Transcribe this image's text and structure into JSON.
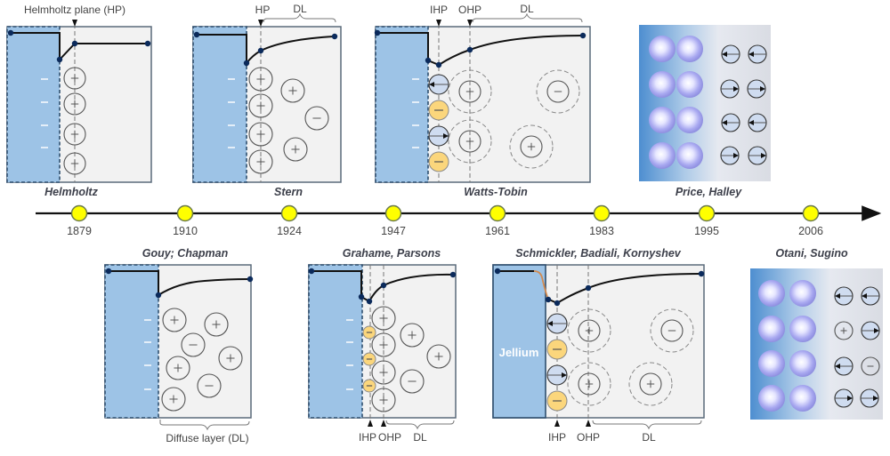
{
  "title": "Historical evolution of electric double layer models",
  "colors": {
    "electrode": "#9dc3e6",
    "electrode_border": "#2f4f6f",
    "electrolyte": "#f2f2f2",
    "panel_border": "#5a6a7a",
    "potential_line": "#111111",
    "potential_dot": "#0b2a5b",
    "timeline_dot": "#ffff00",
    "timeline_dot_border": "#6b7a4a",
    "adsorbed_anion": "#fbd67c",
    "water_dipole": "#cfdcf0",
    "jellium_transition": "#d28a4f"
  },
  "timeline": {
    "years": [
      "1879",
      "1910",
      "1924",
      "1947",
      "1961",
      "1983",
      "1995",
      "2006"
    ]
  },
  "models": [
    {
      "id": "helmholtz",
      "name": "Helmholtz",
      "year": "1879",
      "position": "top",
      "planes": [
        {
          "label": "Helmholtz plane (HP)"
        }
      ]
    },
    {
      "id": "gouy-chapman",
      "name": "Gouy; Chapman",
      "year": "1910",
      "position": "bottom",
      "layer_label": "Diffuse layer (DL)"
    },
    {
      "id": "stern",
      "name": "Stern",
      "year": "1924",
      "position": "top",
      "planes": [
        {
          "label": "HP"
        }
      ],
      "layer_label": "DL"
    },
    {
      "id": "grahame-parsons",
      "name": "Grahame, Parsons",
      "year": "1947",
      "position": "bottom",
      "planes": [
        {
          "label": "IHP"
        },
        {
          "label": "OHP"
        }
      ],
      "layer_label": "DL"
    },
    {
      "id": "watts-tobin",
      "name": "Watts-Tobin",
      "year": "1961",
      "position": "top",
      "planes": [
        {
          "label": "IHP"
        },
        {
          "label": "OHP"
        }
      ],
      "layer_label": "DL"
    },
    {
      "id": "schmickler-badiali-kornyshev",
      "name": "Schmickler, Badiali, Kornyshev",
      "year": "1983",
      "position": "bottom",
      "electrode_label": "Jellium",
      "planes": [
        {
          "label": "IHP"
        },
        {
          "label": "OHP"
        }
      ],
      "layer_label": "DL"
    },
    {
      "id": "price-halley",
      "name": "Price, Halley",
      "year": "1995",
      "position": "top"
    },
    {
      "id": "otani-sugino",
      "name": "Otani, Sugino",
      "year": "2006",
      "position": "bottom"
    }
  ],
  "signs": {
    "plus": "+",
    "minus": "−",
    "electrode_charge": "–"
  }
}
